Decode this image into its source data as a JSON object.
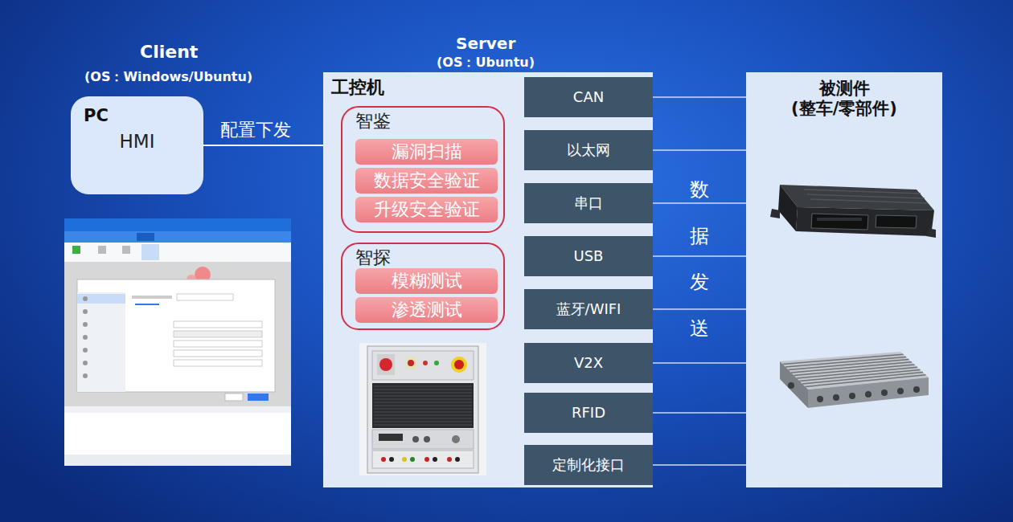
{
  "diagram": {
    "nodes": [
      {
        "text": [
          "PC",
          "HMI"
        ]
      },
      {
        "text": [
          "工控机"
        ]
      },
      {
        "text": [
          "智鉴"
        ],
        "in": 1
      },
      {
        "text": [
          "漏洞扫描"
        ],
        "in": 2
      },
      {
        "text": [
          "数据安全验证"
        ],
        "in": 2
      },
      {
        "text": [
          "升级安全验证"
        ],
        "in": 2
      },
      {
        "text": [
          "智探"
        ],
        "in": 1
      },
      {
        "text": [
          "模糊测试"
        ],
        "in": 6
      },
      {
        "text": [
          "渗透测试"
        ],
        "in": 6
      },
      {
        "text": [
          "CAN"
        ],
        "in": 1
      },
      {
        "text": [
          "以太网"
        ],
        "in": 1
      },
      {
        "text": [
          "串口"
        ],
        "in": 1
      },
      {
        "text": [
          "USB"
        ],
        "in": 1
      },
      {
        "text": [
          "蓝牙/WIFI"
        ],
        "in": 1
      },
      {
        "text": [
          "V2X"
        ],
        "in": 1
      },
      {
        "text": [
          "RFID"
        ],
        "in": 1
      },
      {
        "text": [
          "定制化接口"
        ],
        "in": 1
      },
      {
        "text": [
          "被测件",
          "(整车/零部件)"
        ]
      }
    ],
    "edges": [
      {
        "from": 0,
        "to": 1,
        "label": "配置下发",
        "arrow": "none"
      },
      {
        "from": 9,
        "to": 17,
        "arrow": "none"
      },
      {
        "from": 10,
        "to": 17,
        "arrow": "none"
      },
      {
        "from": 11,
        "to": 17,
        "arrow": "none"
      },
      {
        "from": 12,
        "to": 17,
        "arrow": "none"
      },
      {
        "from": 13,
        "to": 17,
        "arrow": "none"
      },
      {
        "from": 14,
        "to": 17,
        "arrow": "none"
      },
      {
        "from": 15,
        "to": 17,
        "arrow": "none"
      },
      {
        "from": 16,
        "to": 17,
        "arrow": "none"
      }
    ],
    "labels": [
      "Client",
      "(OS：Windows/Ubuntu)",
      "Server",
      "(OS：Ubuntu)",
      "数据发送"
    ]
  }
}
